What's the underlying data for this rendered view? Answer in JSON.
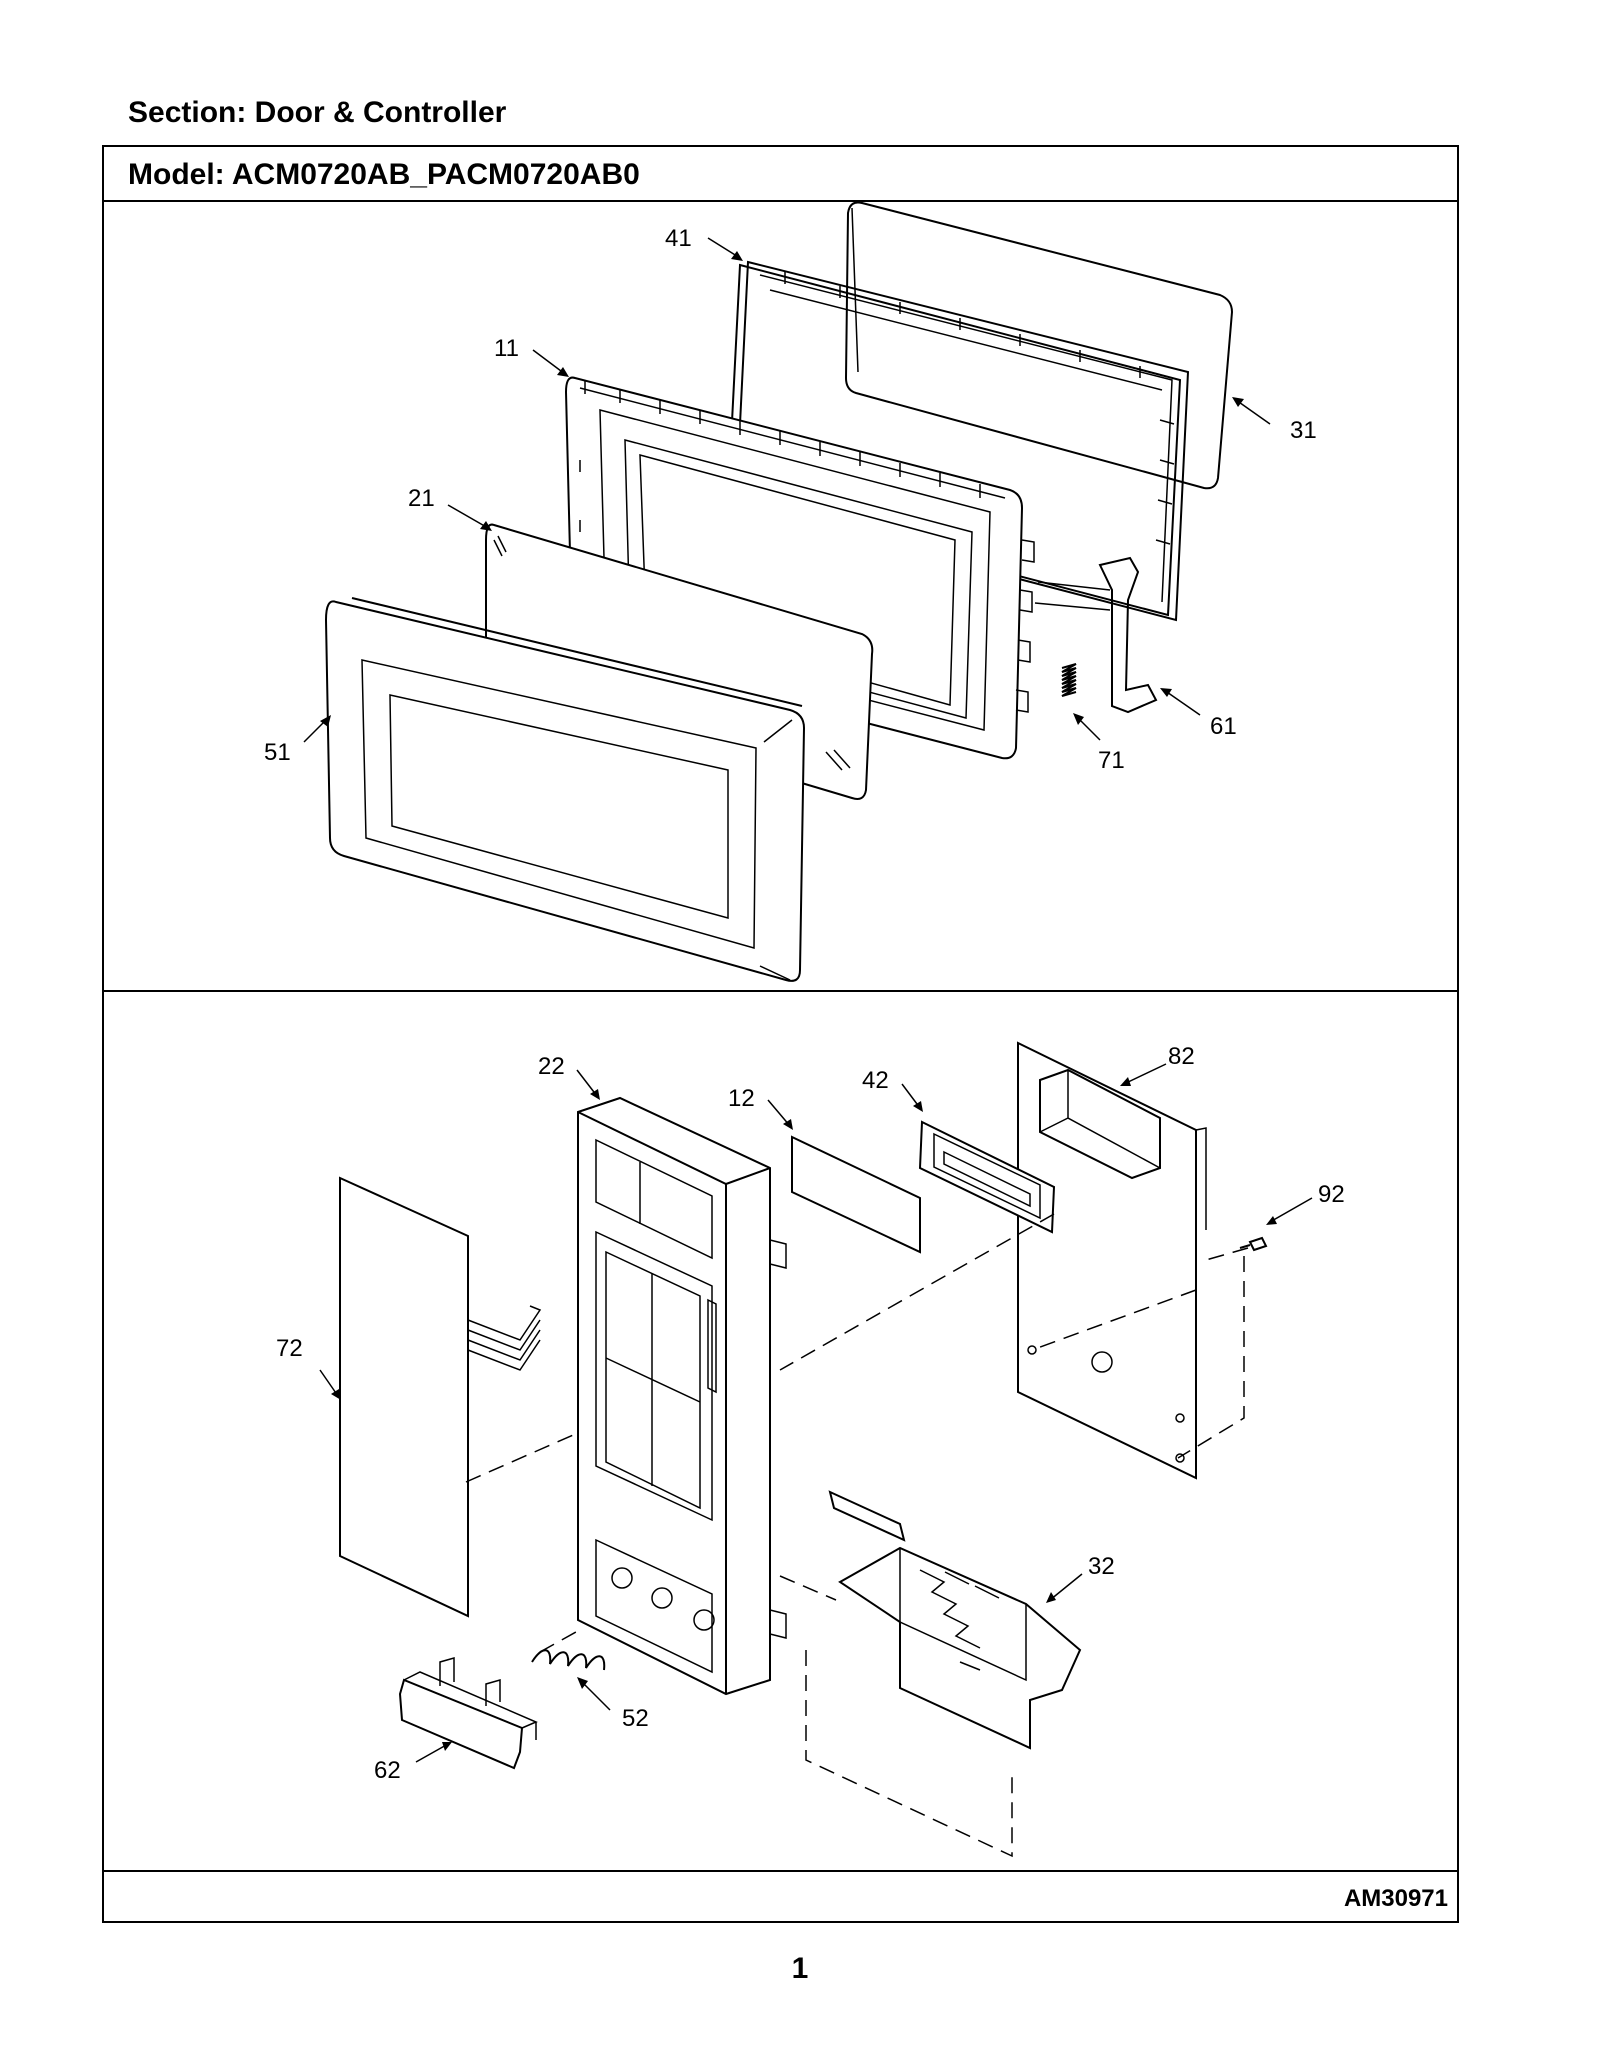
{
  "header": {
    "section": "Section:  Door & Controller",
    "model": "Model:  ACM0720AB_PACM0720AB0"
  },
  "door_parts": [
    {
      "label": "41"
    },
    {
      "label": "11"
    },
    {
      "label": "31"
    },
    {
      "label": "21"
    },
    {
      "label": "51"
    },
    {
      "label": "71"
    },
    {
      "label": "61"
    }
  ],
  "controller_parts": [
    {
      "label": "22"
    },
    {
      "label": "12"
    },
    {
      "label": "42"
    },
    {
      "label": "82"
    },
    {
      "label": "92"
    },
    {
      "label": "72"
    },
    {
      "label": "32"
    },
    {
      "label": "52"
    },
    {
      "label": "62"
    }
  ],
  "footer": {
    "diagram_code": "AM30971",
    "page_number": "1"
  }
}
